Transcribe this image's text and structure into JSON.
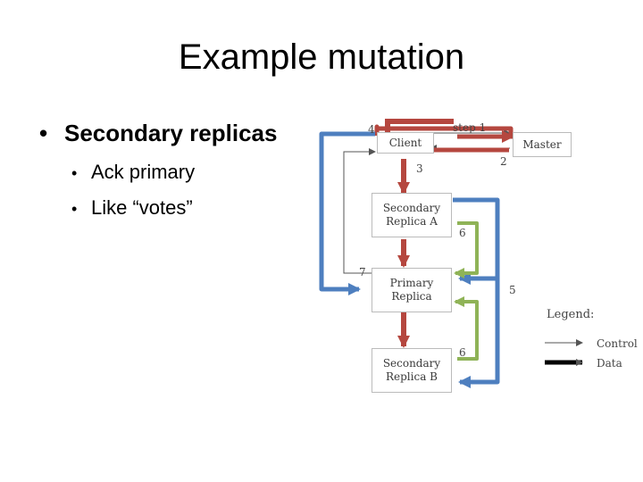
{
  "slide": {
    "title": "Example mutation",
    "bullet": "Secondary replicas",
    "sub_bullets": [
      "Ack primary",
      "Like “votes”"
    ],
    "bullet_glyph": "•"
  },
  "diagram": {
    "nodes": {
      "client": "Client",
      "master": "Master",
      "secondary_a": [
        "Secondary",
        "Replica A"
      ],
      "primary": [
        "Primary",
        "Replica"
      ],
      "secondary_b": [
        "Secondary",
        "Replica B"
      ]
    },
    "step_labels": {
      "step1": "step 1",
      "s2": "2",
      "s3": "3",
      "s4": "4",
      "s5": "5",
      "s6a": "6",
      "s6b": "6",
      "s7": "7"
    },
    "legend": {
      "title": "Legend:",
      "control": "Control",
      "data": "Data"
    },
    "colors": {
      "control_highlight": "#b5473f",
      "data_highlight": "#4e7fbf",
      "ack_highlight": "#8fb357",
      "thin_arrow": "#555555"
    }
  }
}
